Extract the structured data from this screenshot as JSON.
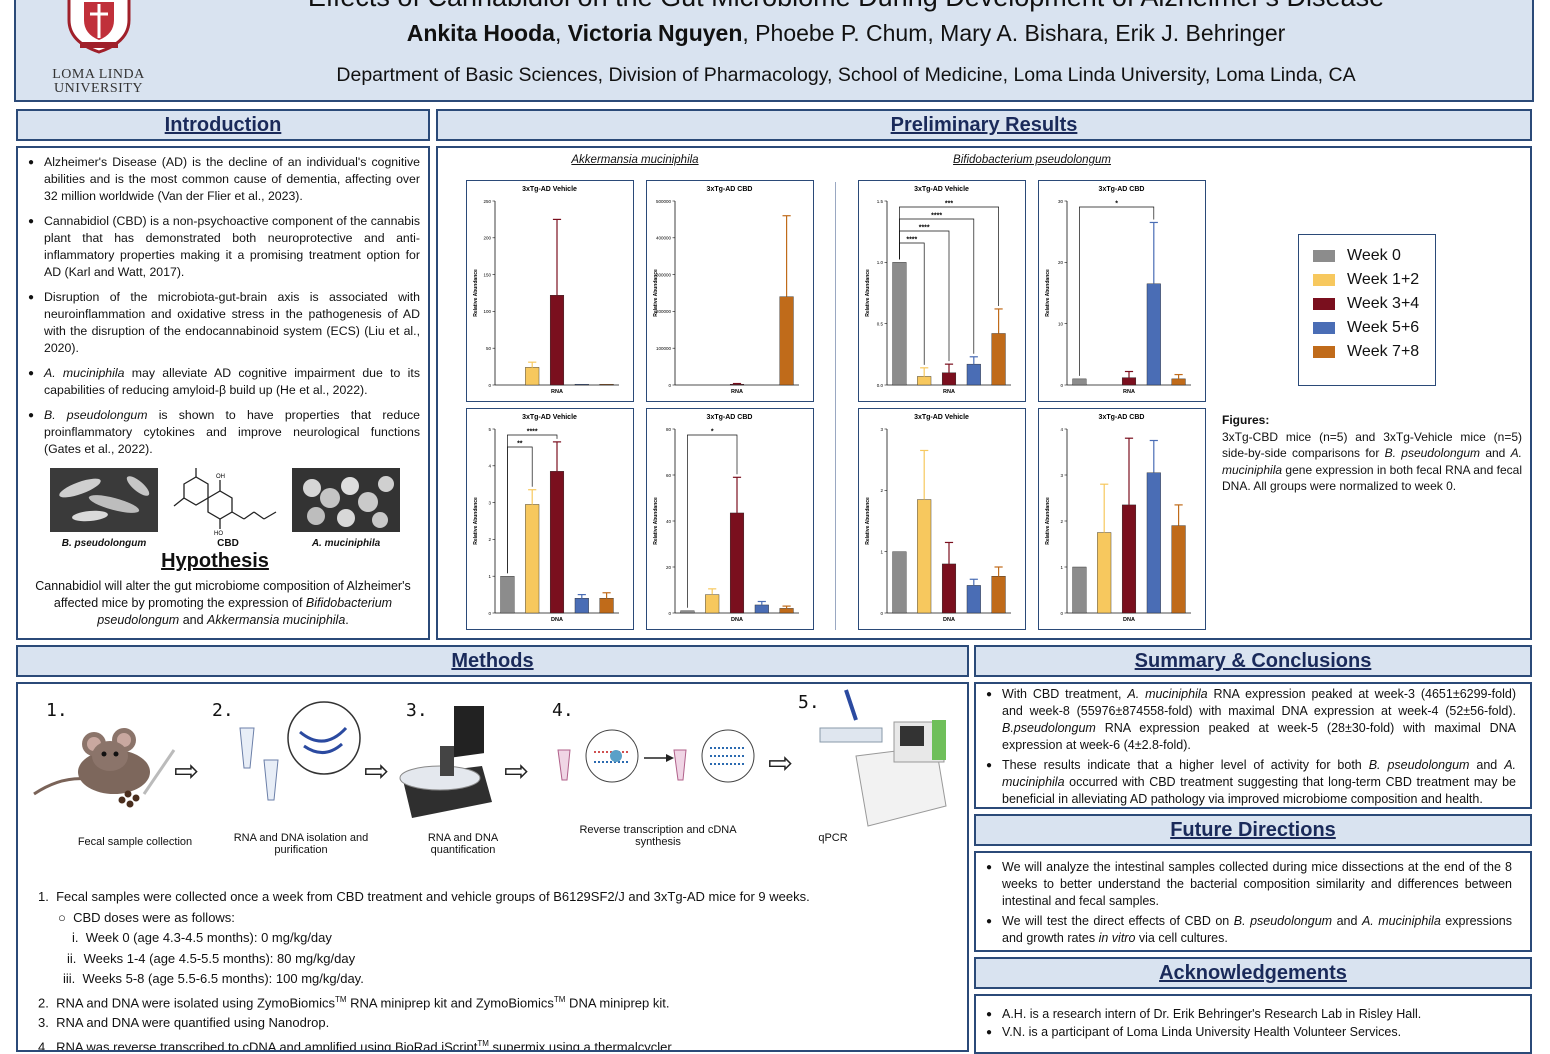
{
  "header": {
    "title": "Effects of Cannabidiol on the Gut Microbiome During Development of Alzheimer's Disease",
    "authors_bold": [
      "Ankita Hooda",
      "Victoria Nguyen"
    ],
    "authors_rest": ", Phoebe P. Chum, Mary A. Bishara, Erik J. Behringer",
    "affiliation": "Department of Basic Sciences, Division of Pharmacology, School of Medicine, Loma Linda University, Loma Linda, CA",
    "logo_line1": "LOMA LINDA",
    "logo_line2": "UNIVERSITY"
  },
  "intro": {
    "heading": "Introduction",
    "b1": "Alzheimer's Disease (AD) is the decline of an individual's cognitive abilities and is the most common cause of dementia, affecting over 32 million worldwide (Van der Flier et al., 2023).",
    "b2": "Cannabidiol (CBD) is a non-psychoactive component of the cannabis plant that has demonstrated both neuroprotective and anti-inflammatory properties making it a promising treatment option for AD (Karl and Watt, 2017).",
    "b3": "Disruption of the microbiota-gut-brain axis is associated with neuroinflammation and oxidative stress in the pathogenesis of AD with the disruption of the endocannabinoid system (ECS) (Liu et al., 2020).",
    "b4_italic": "A. muciniphila",
    "b4_rest": " may alleviate AD cognitive impairment due to its capabilities of reducing amyloid-β build up (He et al., 2022).",
    "b5_italic": "B. pseudolongum",
    "b5_rest": " is shown to have properties that reduce proinflammatory cytokines and improve neurological functions (Gates et al., 2022).",
    "img1_label": "B. pseudolongum",
    "img2_label": "CBD",
    "img3_label": "A. muciniphila"
  },
  "hypothesis": {
    "heading": "Hypothesis",
    "text1": "Cannabidiol will alter the gut microbiome composition of Alzheimer's affected mice by promoting the expression of",
    "italic1": "Bifidobacterium pseudolongum",
    "and": " and ",
    "italic2": "Akkermansia muciniphila",
    "end": "."
  },
  "results": {
    "heading": "Preliminary Results",
    "group1": "Akkermansia muciniphila",
    "group2": "Bifidobacterium pseudolongum",
    "figures_heading": "Figures:",
    "figures_text1": "3xTg-CBD mice (n=5) and 3xTg-Vehicle mice (n=5) side-by-side comparisons for ",
    "figures_it1": "B. pseudolongum",
    "figures_text2": " and ",
    "figures_it2": "A. muciniphila",
    "figures_text3": " gene expression in both fecal RNA and fecal DNA. All groups were normalized to week 0."
  },
  "legend": [
    {
      "label": "Week 0",
      "color": "#8c8c8c"
    },
    {
      "label": "Week 1+2",
      "color": "#f7c85e"
    },
    {
      "label": "Week 3+4",
      "color": "#7a0f1e"
    },
    {
      "label": "Week 5+6",
      "color": "#4a6db5"
    },
    {
      "label": "Week 7+8",
      "color": "#c06b1a"
    }
  ],
  "chart_data": [
    {
      "type": "bar",
      "organism": "Akkermansia muciniphila",
      "title": "3xTg-AD Vehicle",
      "xlabel": "RNA",
      "ylabel": "Relative Abundance",
      "ylim": [
        0,
        250
      ],
      "ticks": [
        "0",
        "50",
        "100",
        "150",
        "200",
        "250"
      ],
      "values": [
        0,
        24,
        122,
        1,
        1
      ],
      "errors": [
        0,
        7,
        103,
        0,
        0
      ],
      "sig": []
    },
    {
      "type": "bar",
      "organism": "Akkermansia muciniphila",
      "title": "3xTg-AD CBD",
      "xlabel": "RNA",
      "ylabel": "Relative Abundance",
      "ylim": [
        0,
        500000
      ],
      "ticks": [
        "0",
        "100000",
        "200000",
        "300000",
        "400000",
        "500000"
      ],
      "values": [
        0,
        0,
        1000,
        0,
        240000
      ],
      "errors": [
        0,
        0,
        3000,
        0,
        220000
      ],
      "sig": []
    },
    {
      "type": "bar",
      "organism": "Bifidobacterium pseudolongum",
      "title": "3xTg-AD Vehicle",
      "xlabel": "RNA",
      "ylabel": "Relative Abundance",
      "ylim": [
        0,
        1.5
      ],
      "ticks": [
        "0.0",
        "0.5",
        "1.0",
        "1.5"
      ],
      "values": [
        1.0,
        0.07,
        0.1,
        0.17,
        0.42
      ],
      "errors": [
        0,
        0.07,
        0.07,
        0.06,
        0.2
      ],
      "sig": [
        {
          "from": 0,
          "to": 1,
          "label": "****"
        },
        {
          "from": 0,
          "to": 2,
          "label": "****"
        },
        {
          "from": 0,
          "to": 3,
          "label": "****"
        },
        {
          "from": 0,
          "to": 4,
          "label": "***"
        }
      ]
    },
    {
      "type": "bar",
      "organism": "Bifidobacterium pseudolongum",
      "title": "3xTg-AD CBD",
      "xlabel": "RNA",
      "ylabel": "Relative Abundance",
      "ylim": [
        0,
        30
      ],
      "ticks": [
        "0",
        "10",
        "20",
        "30"
      ],
      "values": [
        1,
        0,
        1.2,
        16.5,
        1
      ],
      "errors": [
        0,
        0,
        1,
        10,
        0.7
      ],
      "sig": [
        {
          "from": 0,
          "to": 3,
          "label": "*"
        }
      ]
    },
    {
      "type": "bar",
      "organism": "Akkermansia muciniphila",
      "title": "3xTg-AD Vehicle",
      "xlabel": "DNA",
      "ylabel": "Relative Abundance",
      "ylim": [
        0,
        5
      ],
      "ticks": [
        "0",
        "1",
        "2",
        "3",
        "4",
        "5"
      ],
      "values": [
        1,
        2.95,
        3.85,
        0.4,
        0.4
      ],
      "errors": [
        0,
        0.4,
        0.8,
        0.1,
        0.15
      ],
      "sig": [
        {
          "from": 0,
          "to": 1,
          "label": "**"
        },
        {
          "from": 0,
          "to": 2,
          "label": "****"
        }
      ]
    },
    {
      "type": "bar",
      "organism": "Akkermansia muciniphila",
      "title": "3xTg-AD CBD",
      "xlabel": "DNA",
      "ylabel": "Relative Abundance",
      "ylim": [
        0,
        80
      ],
      "ticks": [
        "0",
        "20",
        "40",
        "60",
        "80"
      ],
      "values": [
        1,
        8,
        43.5,
        3.5,
        2
      ],
      "errors": [
        0,
        2.5,
        15.5,
        1.5,
        1
      ],
      "sig": [
        {
          "from": 0,
          "to": 2,
          "label": "*"
        }
      ]
    },
    {
      "type": "bar",
      "organism": "Bifidobacterium pseudolongum",
      "title": "3xTg-AD Vehicle",
      "xlabel": "DNA",
      "ylabel": "Relative Abundance",
      "ylim": [
        0,
        3
      ],
      "ticks": [
        "0",
        "1",
        "2",
        "3"
      ],
      "values": [
        1,
        1.85,
        0.8,
        0.45,
        0.6
      ],
      "errors": [
        0,
        0.8,
        0.35,
        0.1,
        0.15
      ],
      "sig": []
    },
    {
      "type": "bar",
      "organism": "Bifidobacterium pseudolongum",
      "title": "3xTg-AD CBD",
      "xlabel": "DNA",
      "ylabel": "Relative Abundance",
      "ylim": [
        0,
        4
      ],
      "ticks": [
        "0",
        "1",
        "2",
        "3",
        "4"
      ],
      "values": [
        1,
        1.75,
        2.35,
        3.05,
        1.9
      ],
      "errors": [
        0,
        1.05,
        1.45,
        0.7,
        0.45
      ],
      "sig": []
    }
  ],
  "methods": {
    "heading": "Methods",
    "steps": [
      {
        "num": "1.",
        "label": "Fecal sample collection"
      },
      {
        "num": "2.",
        "label": "RNA and DNA isolation and purification"
      },
      {
        "num": "3.",
        "label": "RNA and DNA quantification"
      },
      {
        "num": "4.",
        "label": "Reverse transcription and cDNA synthesis"
      },
      {
        "num": "5.",
        "label": "qPCR"
      }
    ],
    "m1": "Fecal samples were collected once a week from CBD treatment and vehicle groups of B6129SF2/J and 3xTg-AD mice for 9 weeks.",
    "m1a": "CBD doses were as follows:",
    "m1ai": "Week 0 (age 4.3-4.5 months): 0 mg/kg/day",
    "m1aii": "Weeks 1-4 (age 4.5-5.5 months): 80 mg/kg/day",
    "m1aiii": "Weeks 5-8 (age 5.5-6.5 months): 100 mg/kg/day.",
    "m2a": "RNA and DNA were isolated using ZymoBiomics",
    "m2b": " RNA miniprep kit and ZymoBiomics",
    "m2c": " DNA miniprep kit.",
    "tm": "TM",
    "m3": "RNA and DNA were quantified using Nanodrop.",
    "m4a": "RNA was reverse transcribed to cDNA and amplified using BioRad iScript",
    "m4b": " supermix using a thermalcycler."
  },
  "summary": {
    "heading": "Summary & Conclusions",
    "s1a": "With CBD treatment, ",
    "s1it": "A. muciniphila",
    "s1b": " RNA expression peaked at week-3 (4651±6299-fold) and week-8 (55976±874558-fold) with maximal DNA expression at week-4 (52±56-fold). ",
    "s1it2": "B.pseudolongum",
    "s1c": " RNA expression peaked at week-5 (28±30-fold) with maximal DNA expression at week-6 (4±2.8-fold).",
    "s2a": "These results indicate that a higher level of activity for both ",
    "s2it1": "B. pseudolongum",
    "s2b": " and ",
    "s2it2": "A. muciniphila",
    "s2c": " occurred with CBD treatment suggesting that long-term CBD treatment may be beneficial in alleviating AD pathology via improved microbiome composition and health."
  },
  "future": {
    "heading": "Future Directions",
    "f1": "We will analyze the intestinal samples collected during mice dissections at the end of the 8 weeks to better understand the bacterial composition similarity and differences between intestinal and fecal samples.",
    "f2a": "We will test the direct effects of CBD on ",
    "f2it1": "B. pseudolongum",
    "f2b": " and ",
    "f2it2": "A. muciniphila",
    "f2c": " expressions and growth rates ",
    "f2it3": "in vitro",
    "f2d": " via cell cultures."
  },
  "ack": {
    "heading": "Acknowledgements",
    "a1": "A.H. is a research intern of Dr. Erik Behringer's Research Lab in Risley Hall.",
    "a2": "V.N. is a participant of Loma Linda University Health Volunteer Services."
  }
}
